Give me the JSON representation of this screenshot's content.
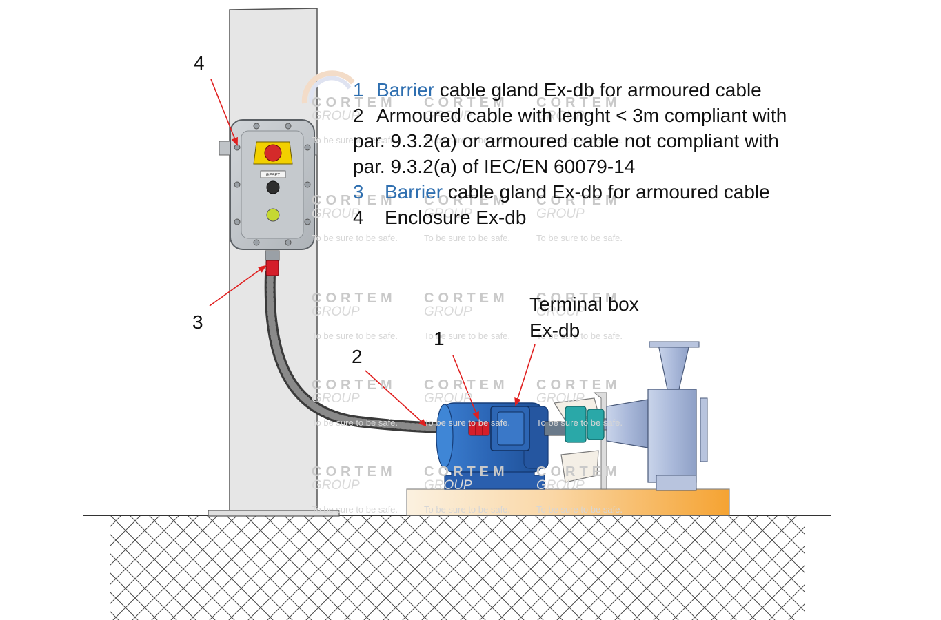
{
  "legend": {
    "line1": {
      "num": "1",
      "highlight": "Barrier",
      "rest": " cable gland Ex-db for armoured cable"
    },
    "line2": {
      "num": "2",
      "text": "Armoured cable with lenght < 3m compliant with"
    },
    "line3": "par. 9.3.2(a) or armoured cable not compliant with",
    "line4": "par. 9.3.2(a) of IEC/EN 60079-14",
    "line5": {
      "num": "3",
      "highlight": "Barrier",
      "rest": " cable gland Ex-db for armoured cable"
    },
    "line6": {
      "num": "4",
      "text": "Enclosure Ex-db"
    }
  },
  "callouts": {
    "c4": "4",
    "c3": "3",
    "c2": "2",
    "c1": "1",
    "terminal_box_line1": "Terminal box",
    "terminal_box_line2": "Ex-db"
  },
  "enclosure": {
    "reset_label": "RESET"
  },
  "watermark": {
    "brand": "CORTEM",
    "group": "GROUP",
    "tagline": "To be sure to be safe."
  },
  "colors": {
    "highlight": "#2f6fb0",
    "arrow": "#e02020",
    "motor": "#2f66b8",
    "coupling": "#28a8a8",
    "base": "#f5a83a",
    "wall": "#e4e4e4"
  }
}
